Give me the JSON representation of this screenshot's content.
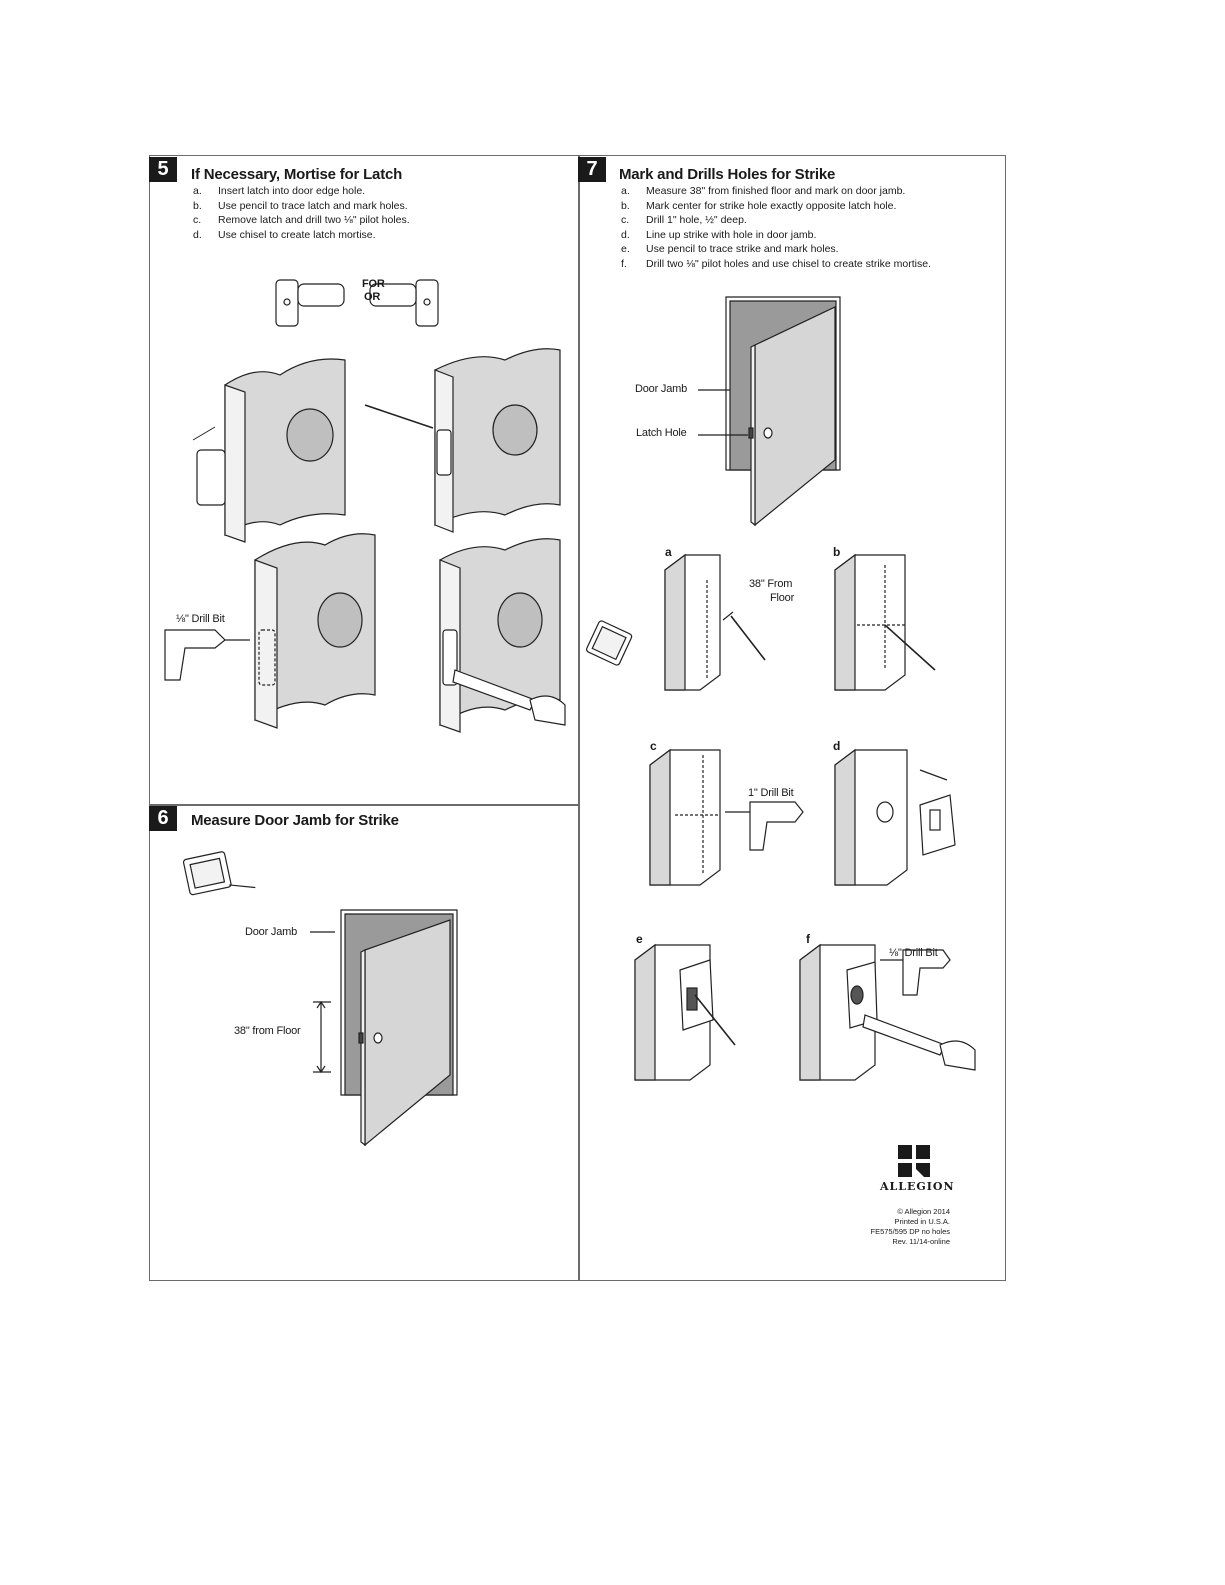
{
  "section5": {
    "number": "5",
    "title": "If Necessary, Mortise for Latch",
    "steps": [
      {
        "key": "a.",
        "text": "Insert latch into door edge hole."
      },
      {
        "key": "b.",
        "text": "Use pencil to trace latch and mark holes."
      },
      {
        "key": "c.",
        "text": "Remove latch and drill two ⅛\" pilot holes."
      },
      {
        "key": "d.",
        "text": "Use chisel to create latch mortise."
      }
    ],
    "for_label": "FOR",
    "or_label": "OR",
    "drill_label": "⅛\" Drill Bit"
  },
  "section6": {
    "number": "6",
    "title": "Measure Door Jamb for Strike",
    "door_jamb_label": "Door Jamb",
    "floor_label": "38\" from Floor"
  },
  "section7": {
    "number": "7",
    "title": "Mark and Drills Holes for Strike",
    "steps": [
      {
        "key": "a.",
        "text": "Measure 38\" from finished floor and mark on door jamb."
      },
      {
        "key": "b.",
        "text": "Mark center for strike hole exactly opposite latch hole."
      },
      {
        "key": "c.",
        "text": "Drill 1\" hole, ½\" deep."
      },
      {
        "key": "d.",
        "text": "Line up strike with hole in door jamb."
      },
      {
        "key": "e.",
        "text": "Use pencil to trace strike and mark holes."
      },
      {
        "key": "f.",
        "text": "Drill two ⅛\" pilot holes and use chisel to create strike mortise."
      }
    ],
    "door_jamb_label": "Door Jamb",
    "latch_hole_label": "Latch Hole",
    "sub_a": "a",
    "sub_b": "b",
    "sub_c": "c",
    "sub_d": "d",
    "sub_e": "e",
    "sub_f": "f",
    "from_floor_label_1": "38\" From",
    "from_floor_label_2": "Floor",
    "one_inch_drill_label": "1\" Drill Bit",
    "eighth_drill_label": "⅛\" Drill Bit"
  },
  "footer": {
    "brand": "ALLEGION",
    "lines": [
      "© Allegion 2014",
      "Printed in U.S.A.",
      "FE575/595 DP no holes",
      "Rev. 11/14-online"
    ]
  }
}
